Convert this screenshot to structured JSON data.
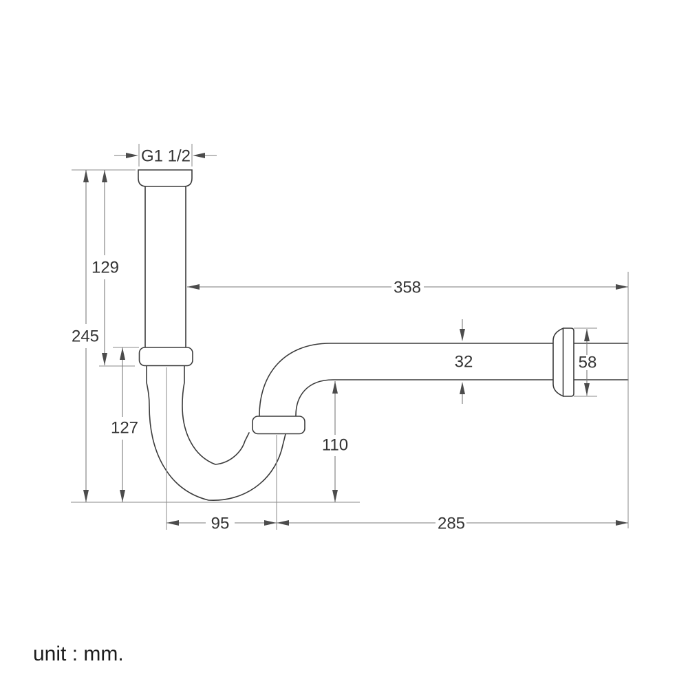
{
  "drawing": {
    "type": "technical-dimension-drawing",
    "subject": "P-trap bottle siphon with wall outlet",
    "unit_note": "unit : mm.",
    "dimensions": {
      "thread_size": "G1 1/2",
      "inlet_tube_length": "129",
      "overall_height": "245",
      "trap_drop": "127",
      "overall_length": "358",
      "pipe_diameter": "32",
      "wall_flange_diameter": "58",
      "outlet_rise": "110",
      "trap_width": "95",
      "wall_tube_length": "285"
    },
    "colors": {
      "background": "#ffffff",
      "part_outline": "#3b3b3b",
      "dimension_line": "#7a7a7a",
      "label_text": "#333333"
    }
  }
}
